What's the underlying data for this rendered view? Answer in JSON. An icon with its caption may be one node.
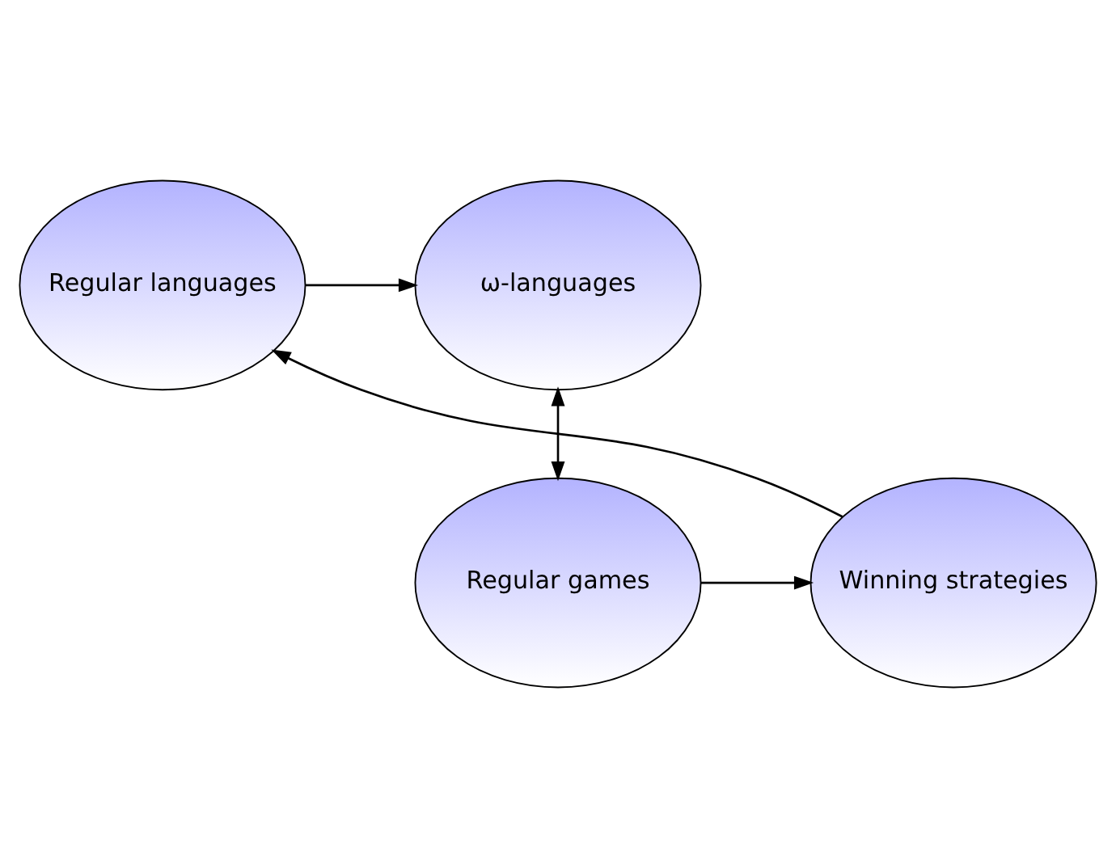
{
  "diagram": {
    "nodes": [
      {
        "text": [
          "Regular languages"
        ]
      },
      {
        "text": [
          "ω-languages"
        ]
      },
      {
        "text": [
          "Winning strategies"
        ]
      },
      {
        "text": [
          "Regular games"
        ]
      }
    ],
    "edges": [
      {
        "from": 0,
        "to": 1,
        "arrow": "to"
      },
      {
        "from": 1,
        "to": 3,
        "arrow": "both"
      },
      {
        "from": 3,
        "to": 2,
        "arrow": "to"
      },
      {
        "from": 2,
        "to": 0,
        "arrow": "to"
      }
    ]
  }
}
